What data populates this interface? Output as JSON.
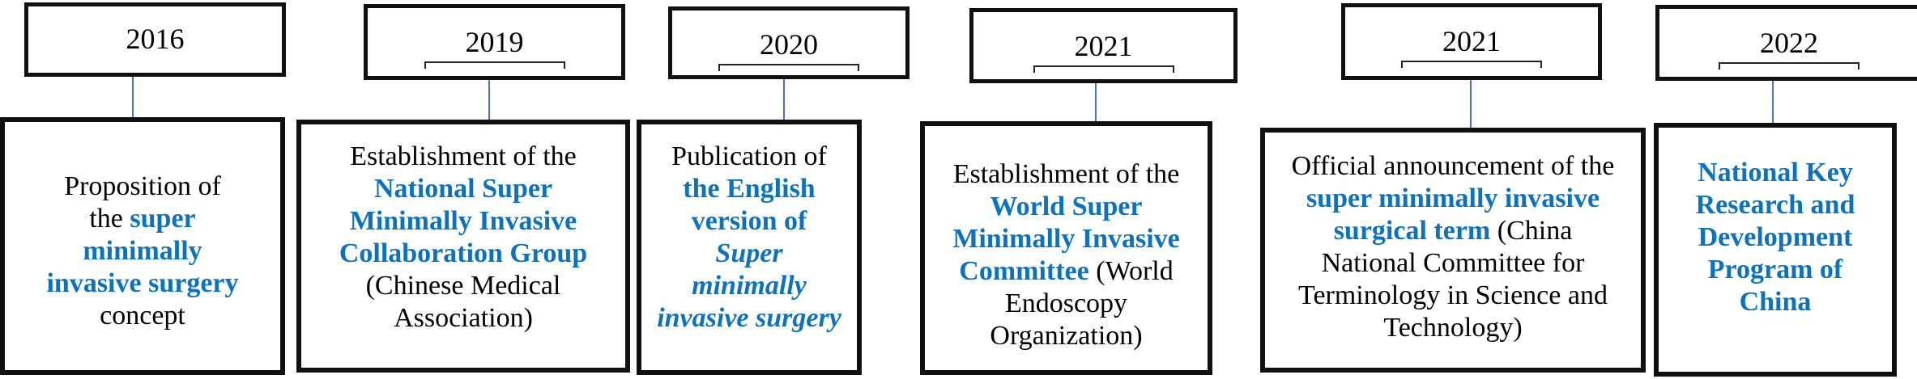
{
  "accent_color": "#0b72c0",
  "events": [
    {
      "year": "2016",
      "segments": [
        "Proposition of the ",
        "super minimally invasive surgery",
        " concept"
      ]
    },
    {
      "year": "2019",
      "segments": [
        "Establishment of the ",
        "National Super Minimally Invasive Collaboration Group",
        " (Chinese Medical Association)"
      ]
    },
    {
      "year": "2020",
      "segments": [
        "Publication of ",
        "the English version of ",
        "Super minimally invasive surgery"
      ]
    },
    {
      "year": "2021",
      "segments": [
        "Establishment of the ",
        "World Super Minimally Invasive Committee",
        " (World Endoscopy Organization)"
      ]
    },
    {
      "year": "2021",
      "segments": [
        "Official announcement of the ",
        "super minimally invasive surgical term",
        " (China National Committee for Terminology in Science and Technology)"
      ]
    },
    {
      "year": "2022",
      "segments": [
        "National Key Research and Development Program of China"
      ]
    }
  ]
}
